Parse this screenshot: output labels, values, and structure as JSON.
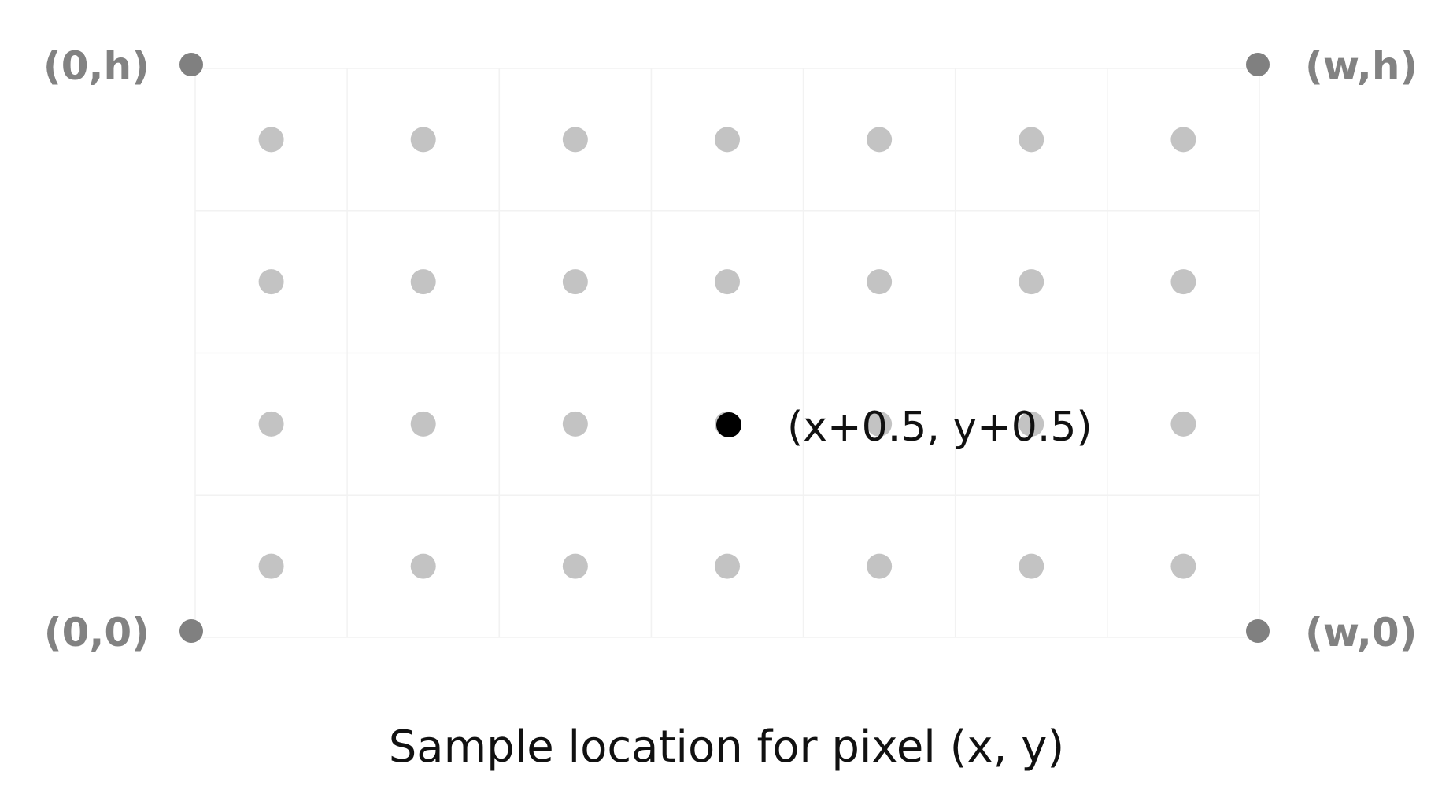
{
  "grid": {
    "columns": 7,
    "rows": 4,
    "line_color": "#f2f2f2",
    "sample_color": "#c3c3c3"
  },
  "corners": [
    {
      "id": "top-left",
      "label": "(0,h)",
      "color": "#808080"
    },
    {
      "id": "top-right",
      "label": "(w,h)",
      "color": "#808080"
    },
    {
      "id": "bottom-left",
      "label": "(0,0)",
      "color": "#808080"
    },
    {
      "id": "bottom-right",
      "label": "(w,0)",
      "color": "#808080"
    }
  ],
  "highlight": {
    "label": "(x+0.5, y+0.5)",
    "color": "#000000",
    "column": 3,
    "row": 2
  },
  "caption": "Sample location for pixel (x, y)"
}
